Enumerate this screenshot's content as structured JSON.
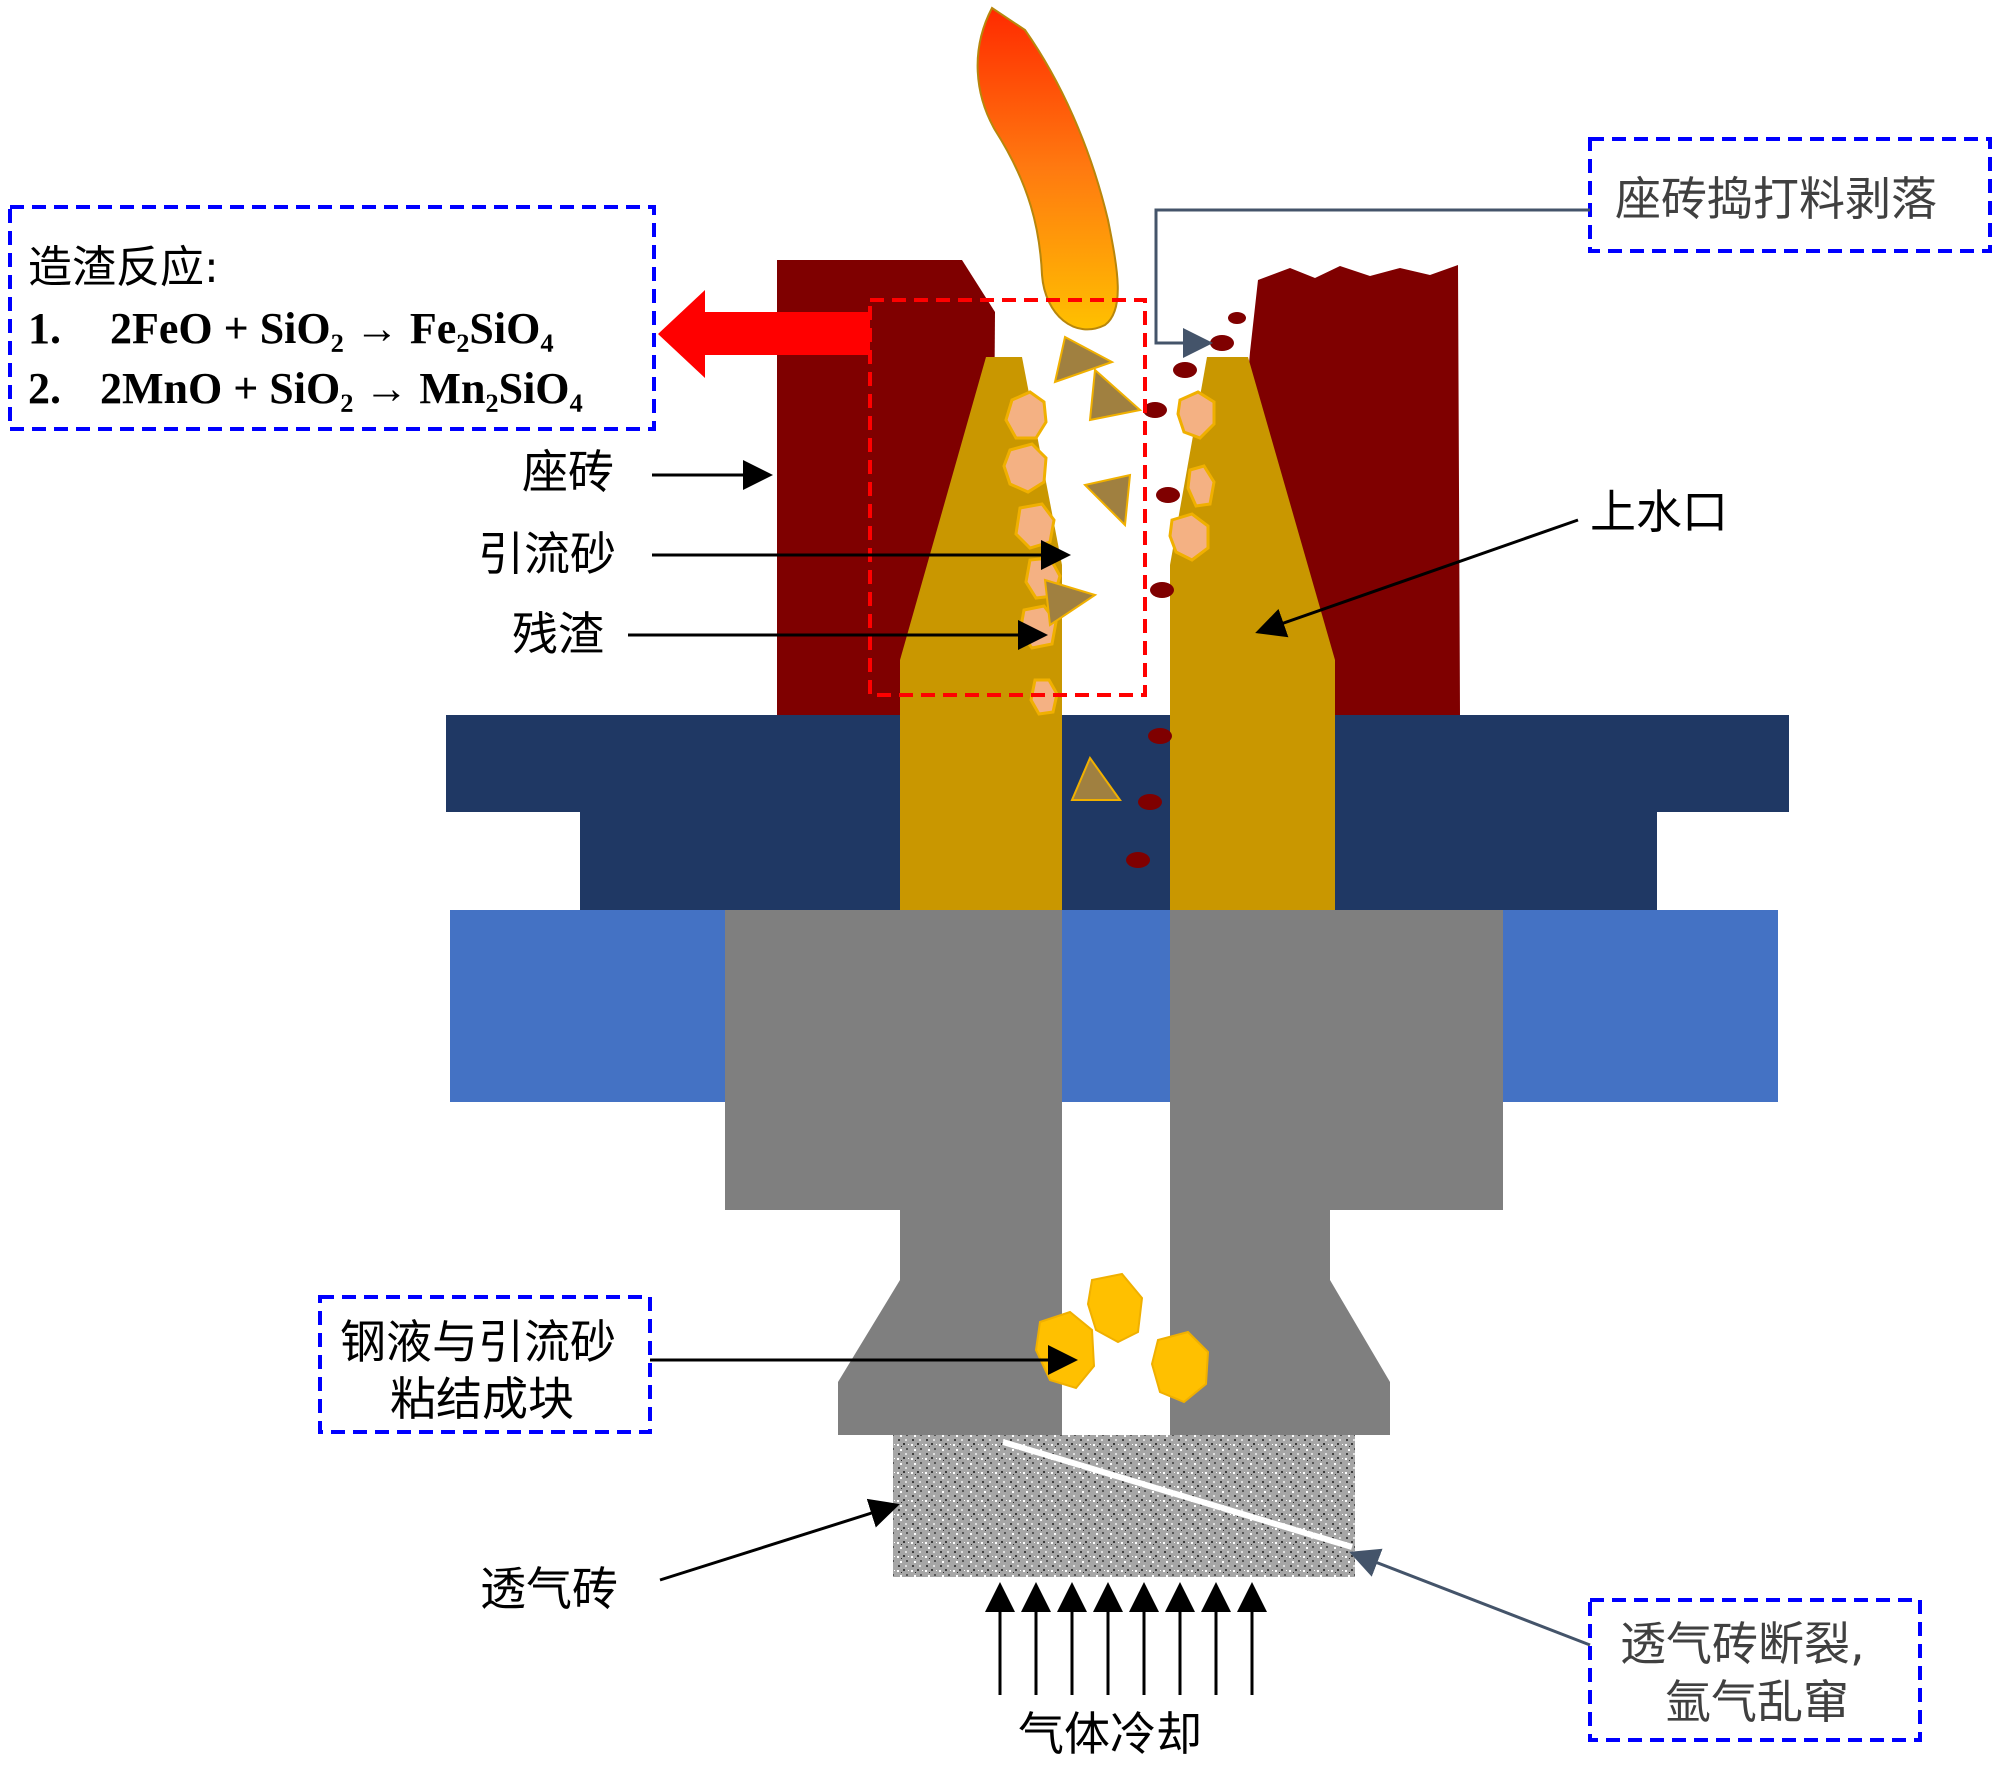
{
  "colors": {
    "seat_brick": "#7f0000",
    "upper_nozzle": "#c99700",
    "navy_block": "#1f3864",
    "blue_block": "#4472c4",
    "gray_block": "#7f7f7f",
    "drainage_sand": "#f4b183",
    "slag": "#a08040",
    "steel_lump": "#ffc000",
    "dashed_blue": "#0000ff",
    "dashed_red": "#ff0000",
    "big_arrow": "#ff0000"
  },
  "reaction_box": {
    "title": "造渣反应:",
    "line1_num": "1.",
    "line1_eq": "2FeO  + SiO₂ → Fe₂SiO₄",
    "line2_num": "2.",
    "line2_eq": "2MnO + SiO₂ → Mn₂SiO₄"
  },
  "labels": {
    "seat_brick": "座砖",
    "drainage_sand": "引流砂",
    "residual_slag": "残渣",
    "upper_nozzle": "上水口",
    "seat_brick_spall": "座砖捣打料剥落",
    "bond_line1": "钢液与引流砂",
    "bond_line2": "粘结成块",
    "porous_plug": "透气砖",
    "plug_break_line1": "透气砖断裂,",
    "plug_break_line2": "氩气乱窜",
    "gas_cooling": "气体冷却"
  }
}
